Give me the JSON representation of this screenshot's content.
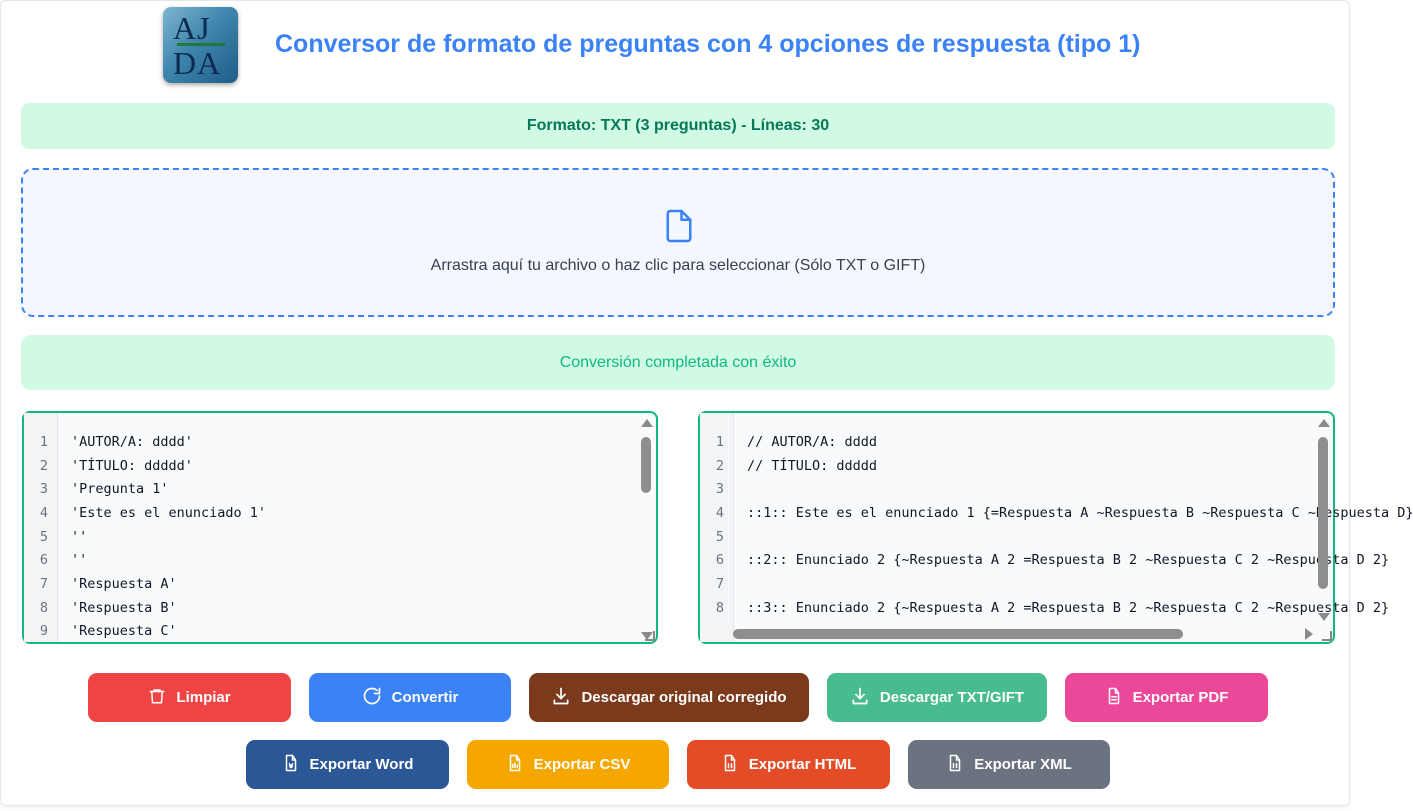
{
  "header": {
    "logo_top": "AJ",
    "logo_bottom": "DA",
    "title": "Conversor de formato de preguntas con 4 opciones de respuesta (tipo 1)"
  },
  "format_status": "Formato: TXT (3 preguntas) - Líneas: 30",
  "dropzone": {
    "icon": "file-icon",
    "text": "Arrastra aquí tu archivo o haz clic para seleccionar (Sólo TXT o GIFT)"
  },
  "conversion_status": "Conversión completada con éxito",
  "editors": {
    "input": {
      "line_numbers": [
        "1",
        "2",
        "3",
        "4",
        "5",
        "6",
        "7",
        "8",
        "9"
      ],
      "lines": [
        "'AUTOR/A: dddd'",
        "'TÍTULO: ddddd'",
        "'Pregunta 1'",
        "'Este es el enunciado 1'",
        "''",
        "''",
        "'Respuesta A'",
        "'Respuesta B'",
        "'Respuesta C'"
      ]
    },
    "output": {
      "line_numbers": [
        "1",
        "2",
        "3",
        "4",
        "5",
        "6",
        "7",
        "8"
      ],
      "lines": [
        "// AUTOR/A: dddd",
        "// TÍTULO: ddddd",
        "",
        "::1:: Este es el enunciado 1 {=Respuesta A ~Respuesta B ~Respuesta C ~Respuesta D}",
        "",
        "::2:: Enunciado 2 {~Respuesta A 2 =Respuesta B 2 ~Respuesta C 2 ~Respuesta D 2}",
        "",
        "::3:: Enunciado 2 {~Respuesta A 2 =Respuesta B 2 ~Respuesta C 2 ~Respuesta D 2}"
      ]
    }
  },
  "buttons": {
    "clear": "Limpiar",
    "convert": "Convertir",
    "download_corrected": "Descargar original corregido",
    "download_txt": "Descargar TXT/GIFT",
    "export_pdf": "Exportar PDF",
    "export_word": "Exportar Word",
    "export_csv": "Exportar CSV",
    "export_html": "Exportar HTML",
    "export_xml": "Exportar XML"
  },
  "colors": {
    "title": "#3b82f6",
    "accent_green": "#10b981",
    "clear": "#ef4444",
    "convert": "#3b82f6",
    "download_corrected": "#7c3a1d",
    "download_txt": "#48bb8f",
    "export_pdf": "#ec4899",
    "export_word": "#2b5797",
    "export_csv": "#f5a700",
    "export_html": "#e34c26",
    "export_xml": "#6b7280"
  }
}
